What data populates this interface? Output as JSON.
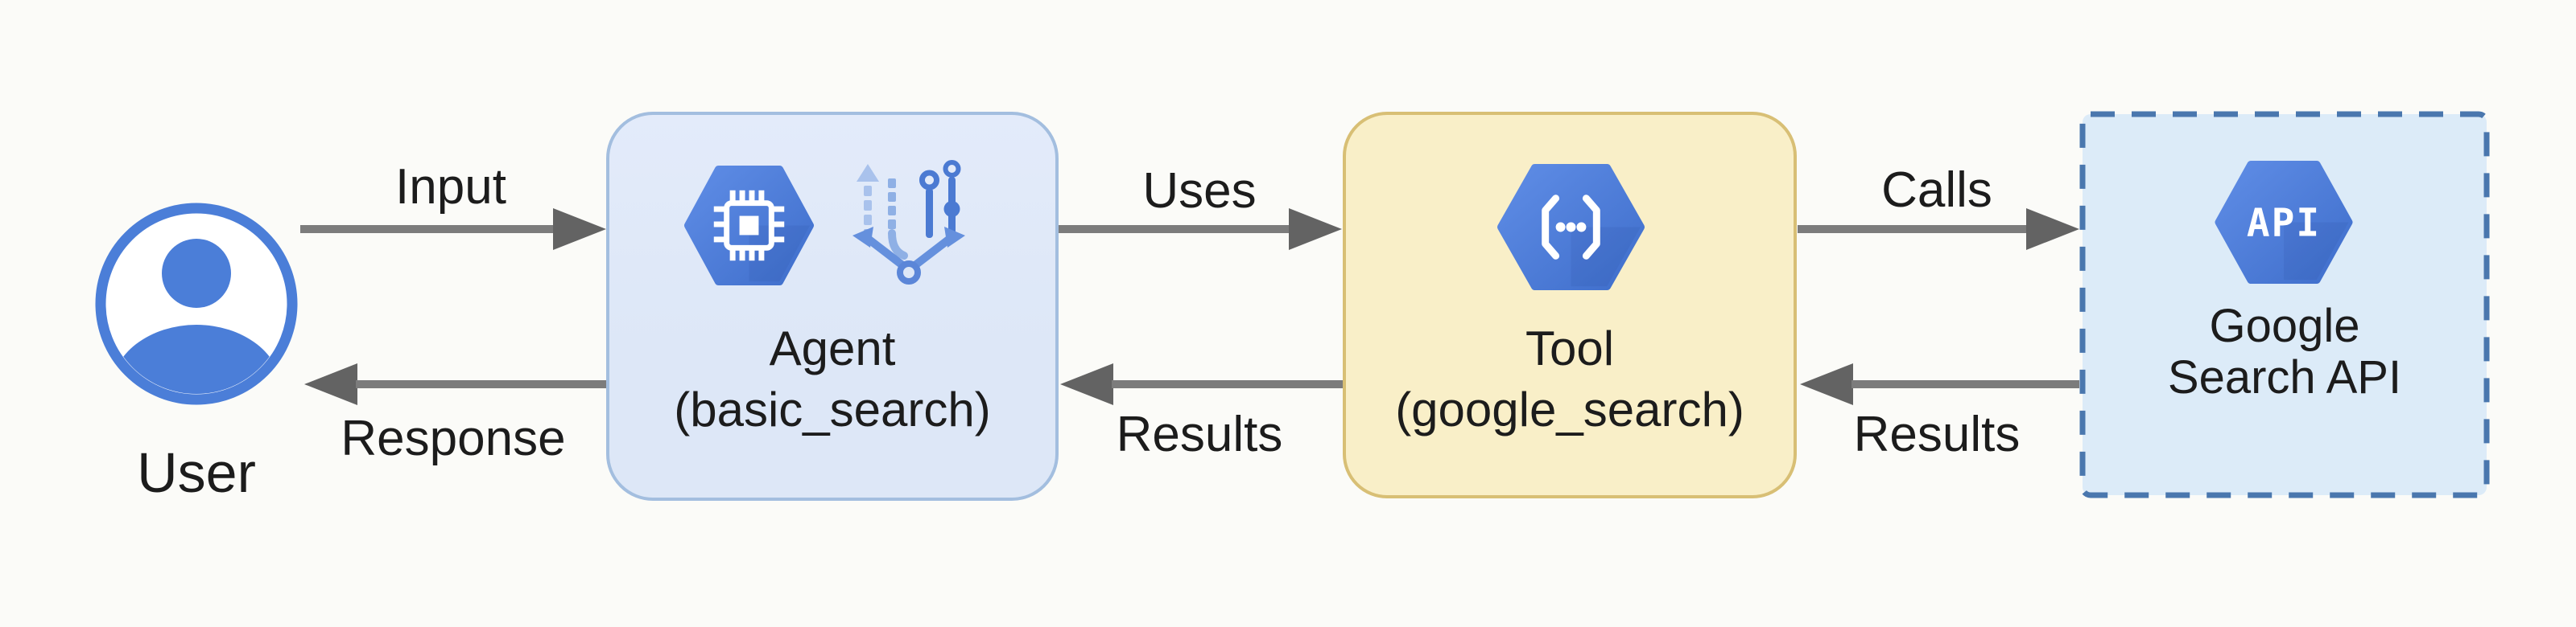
{
  "nodes": {
    "user": {
      "label": "User"
    },
    "agent": {
      "line1": "Agent",
      "line2": "(basic_search)"
    },
    "tool": {
      "line1": "Tool",
      "line2": "(google_search)"
    },
    "api": {
      "line1": "Google",
      "line2": "Search API",
      "hex_label": "API"
    }
  },
  "edges": {
    "input": {
      "label": "Input",
      "from": "user",
      "to": "agent",
      "direction": "right"
    },
    "uses": {
      "label": "Uses",
      "from": "agent",
      "to": "tool",
      "direction": "right"
    },
    "calls": {
      "label": "Calls",
      "from": "tool",
      "to": "api",
      "direction": "right"
    },
    "response": {
      "label": "Response",
      "from": "agent",
      "to": "user",
      "direction": "left"
    },
    "results_tool_to_agent": {
      "label": "Results",
      "from": "tool",
      "to": "agent",
      "direction": "left"
    },
    "results_api_to_tool": {
      "label": "Results",
      "from": "api",
      "to": "tool",
      "direction": "left"
    }
  },
  "icons": {
    "user": "person-circle-icon",
    "agent_hexagon": "cpu-chip-hexagon-icon",
    "agent_branch": "branching-routes-icon",
    "tool_hexagon": "code-braces-hexagon-icon",
    "api_hexagon": "api-hexagon-icon"
  },
  "colors": {
    "page-bg": "#fbfbf8",
    "text": "#1c1c1c",
    "icon-blue": "#4b7ed8",
    "hex-blue-light": "#5f8de6",
    "hex-blue-dark": "#3f6ecb",
    "agent-fill": "#dde7f7",
    "agent-border": "#a3bedf",
    "tool-fill": "#f9efc8",
    "tool-border": "#d8bf75",
    "api-fill": "#dcebf8",
    "api-dash": "#4a77ae",
    "arrow-shaft": "#7c7c7c",
    "arrow-head": "#636363"
  }
}
